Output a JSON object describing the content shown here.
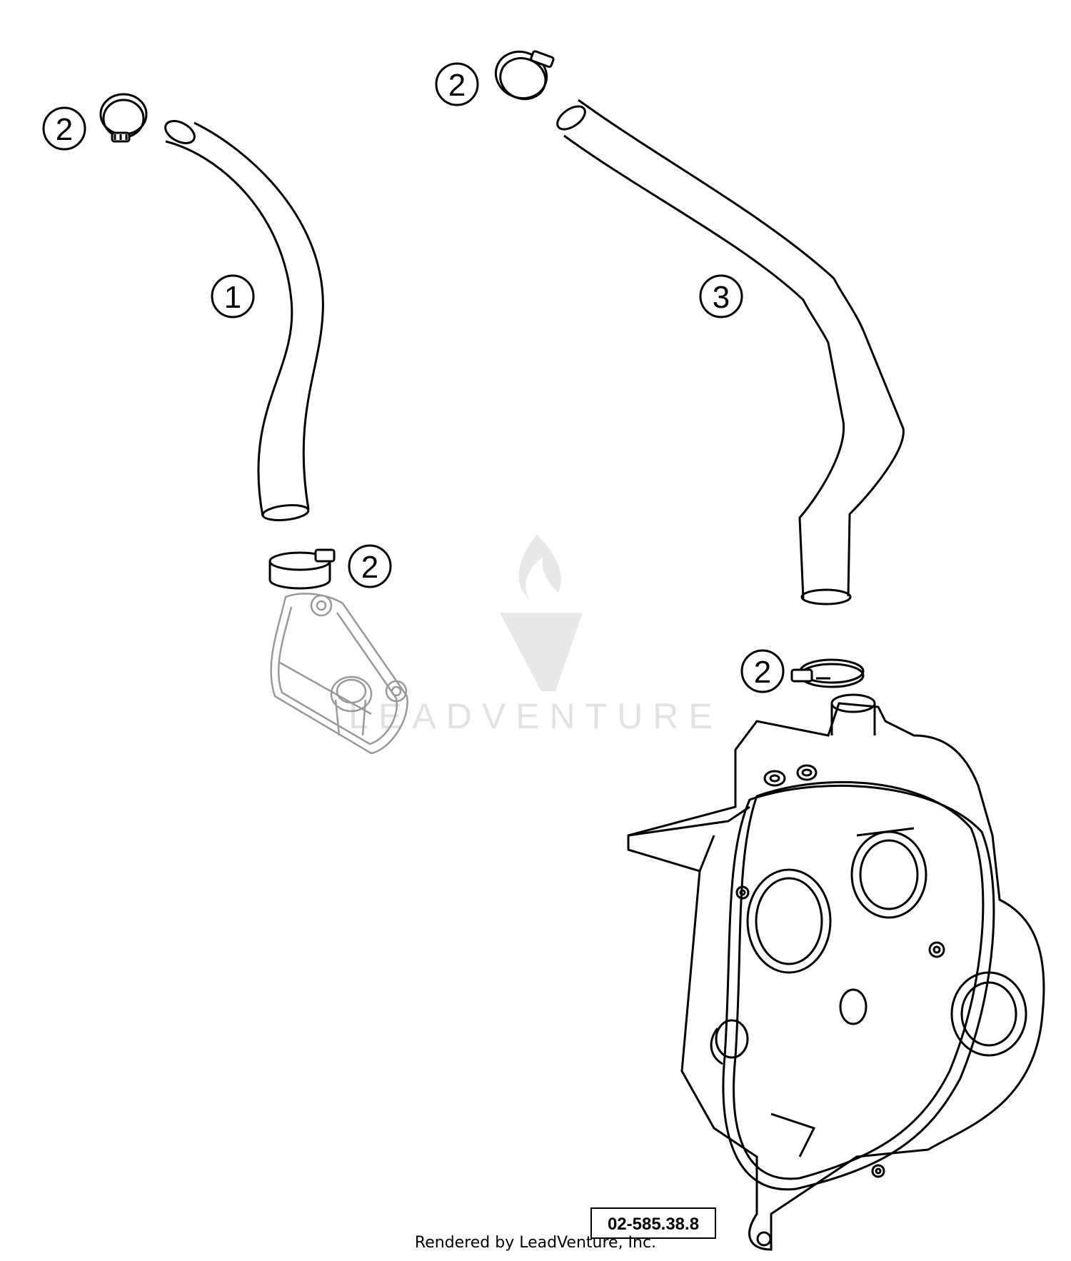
{
  "callouts": {
    "hose_1": "1",
    "clamp": "2",
    "hose_3": "3"
  },
  "diagram_code": "02-585.38.8",
  "watermark": "LEADVENTURE",
  "footer": "Rendered by LeadVenture, Inc."
}
